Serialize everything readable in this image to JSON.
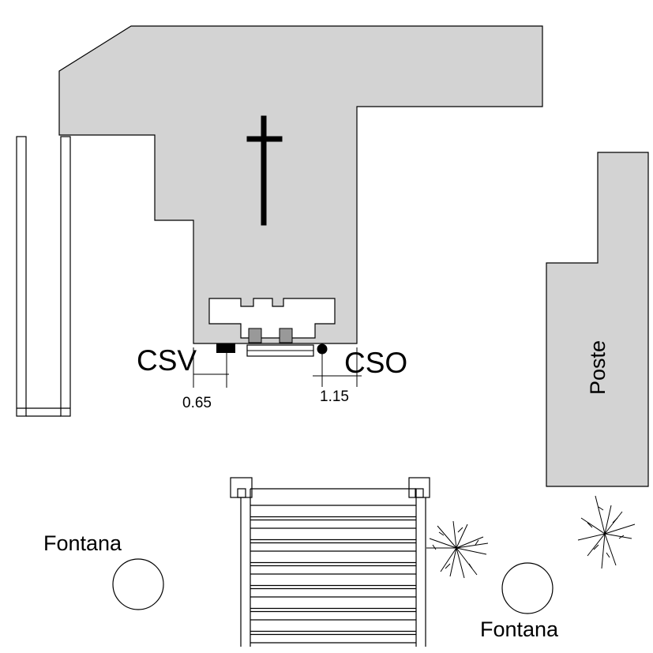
{
  "labels": {
    "csv": "CSV",
    "cso": "CSO",
    "csv_distance": "0.65",
    "cso_distance": "1.15",
    "poste": "Poste",
    "fontana_left": "Fontana",
    "fontana_right": "Fontana"
  },
  "colors": {
    "building_fill": "#d3d3d3",
    "line": "#000000",
    "background": "#ffffff",
    "door_fill": "#999999"
  },
  "icons": {
    "church": "cross-icon",
    "plants": "palm-plant-icon",
    "fountains": "fountain-circle-icon"
  }
}
